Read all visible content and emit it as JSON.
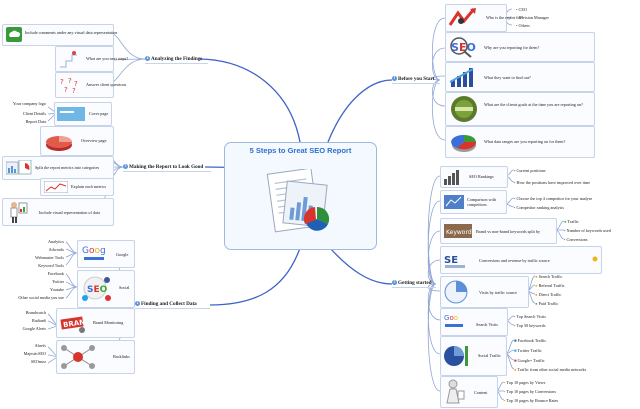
{
  "central_topic": "5 Steps to Great SEO Report",
  "branches": {
    "analyzing": {
      "title": "Analyzing the Findings",
      "nodes": [
        "Include comments under any visual data representation",
        "What are you next steps?",
        "Answer client questions"
      ]
    },
    "look_good": {
      "title": "Making the Report to Look Good",
      "cover_page": "Cover page",
      "cover_items": [
        "Your company logo",
        "Client Details",
        "Report Data"
      ],
      "nodes": [
        "Overview page",
        "Split the report metrics into categories",
        "Explain each metrics",
        "Include visual representation of data"
      ]
    },
    "finding": {
      "title": "Finding and Collect Data",
      "google": "Google",
      "google_items": [
        "Analytics",
        "Adwords",
        "Webmaster Tools",
        "Keyword Tools"
      ],
      "social": "Social",
      "social_items": [
        "Facebook",
        "Twitter",
        "Youtube",
        "Other social media you use"
      ],
      "brand": "Brand Monitoring",
      "brand_items": [
        "Brandwatch",
        "Radian6",
        "Google Alerts"
      ],
      "backlinks": "Backlinks",
      "backlink_items": [
        "Ahrefs",
        "MajesticSEO",
        "SEOmoz"
      ]
    },
    "before": {
      "title": "Before you Start",
      "nodes": [
        "Who is the report for?",
        "Why are you reporting for them?",
        "What they want to find out?",
        "What are the clients goals at the time you are reporting on?",
        "What data ranges are you reporting on for them?"
      ],
      "who_items": [
        "CEO",
        "Division Manager",
        "Others"
      ]
    },
    "getting": {
      "title": "Getting started",
      "seo_rankings": "SEO Rankings",
      "ranking_items": [
        "Current positions",
        "How the positions have improved over time"
      ],
      "competitors": "Comparison with competitors",
      "competitor_items": [
        "Choose the top 4 competitor for your analyse",
        "Competitor ranking analysis"
      ],
      "brand_nonbrand": "Brand vs non-brand keywords split by",
      "brand_items": [
        "Traffic",
        "Number of keywords used",
        "Conversions"
      ],
      "conversions_revenue": "Conversions and revenue by traffic source",
      "visits_by_source": "Visits by traffic source",
      "visit_items": [
        "Search Traffic",
        "Referral Traffic",
        "Direct Traffic",
        "Paid Traffic"
      ],
      "search_visits": "Search Visits",
      "search_items": [
        "Top Search Visits",
        "Top 50 keywords"
      ],
      "social_traffic": "Social Traffic",
      "social_items": [
        "Facebook Traffic",
        "Twitter Traffic",
        "Google+ Traffic",
        "Traffic from other social media networks"
      ],
      "content": "Content",
      "content_items": [
        "Top 10 pages by Views",
        "Top 10 pages by Conversions",
        "Top 10 pages by Bounce Rates"
      ]
    }
  },
  "colors": {
    "branch_line": "#3f63c8",
    "frame": "#c6d3e8",
    "center_fill": "#f4f8ff",
    "title": "#2f6fd0",
    "bullet_blue": "#5b8fd9",
    "bullet_orange": "#f59a1e",
    "bullet_green": "#4caf50",
    "bullet_red": "#e23a2a"
  }
}
